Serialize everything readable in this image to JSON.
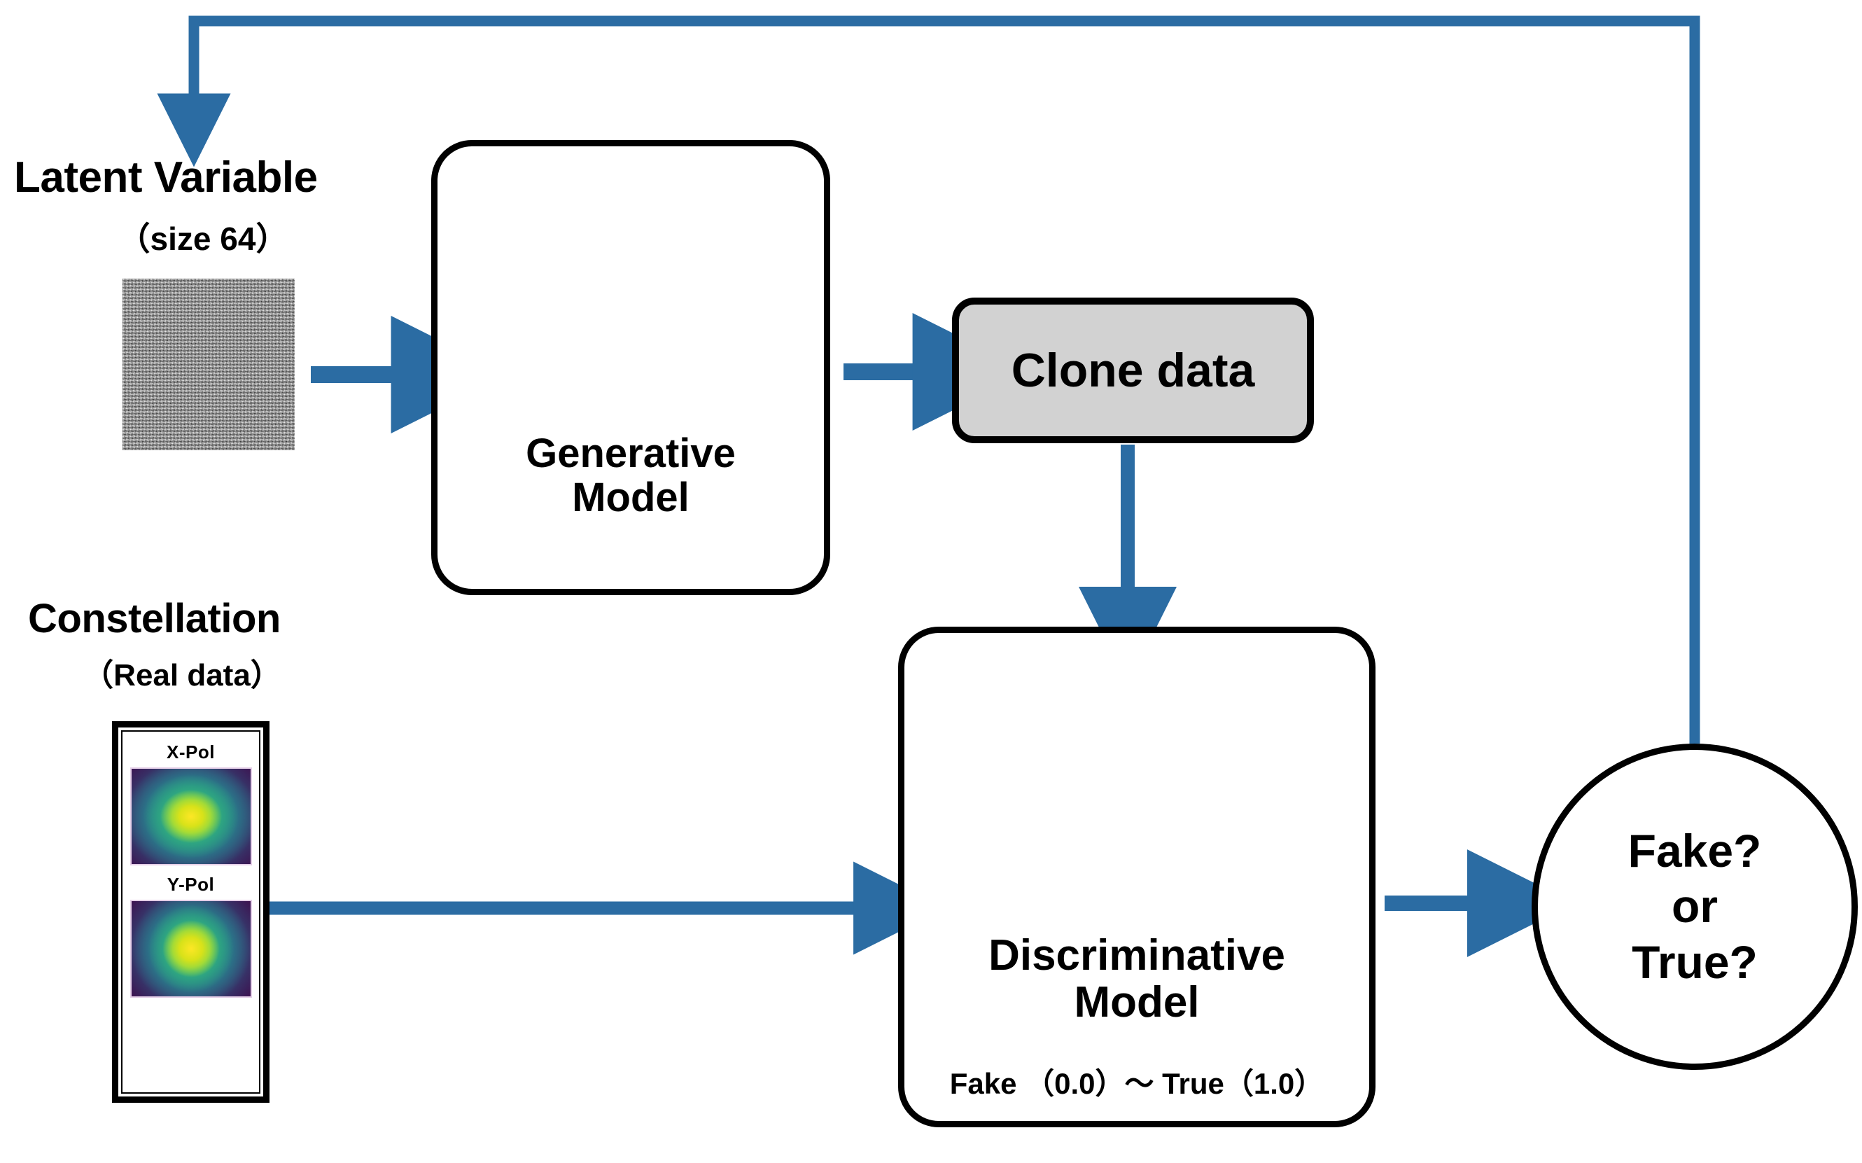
{
  "diagram": {
    "title": "GAN architecture for constellation cloning",
    "accent_color": "#2B6CA3",
    "box_fill_clone": "#D2D2D2",
    "block_face_color": "#A0A0A0"
  },
  "latent": {
    "title": "Latent Variable",
    "subtitle": "（size 64）",
    "image_name": "gaussian-noise-square"
  },
  "generative": {
    "title_line1": "Generative",
    "title_line2": "Model",
    "blocks": [
      {
        "name": "block-1-flat-bar",
        "shape": "flat-bar"
      },
      {
        "name": "block-2-cube",
        "shape": "cube"
      },
      {
        "name": "block-3-slab",
        "shape": "slab"
      },
      {
        "name": "block-4-slab",
        "shape": "slab"
      },
      {
        "name": "block-5-slab",
        "shape": "slab"
      }
    ]
  },
  "clone": {
    "label": "Clone data"
  },
  "constellation": {
    "title": "Constellation",
    "subtitle": "（Real data）",
    "panels": [
      {
        "label": "X-Pol",
        "image_name": "xpol-constellation-heatmap"
      },
      {
        "label": "Y-Pol",
        "image_name": "ypol-constellation-heatmap"
      }
    ]
  },
  "discriminative": {
    "title_line1": "Discriminative",
    "title_line2": "Model",
    "footer": "Fake （0.0）～ True（1.0）",
    "blocks": [
      {
        "name": "block-1-slab",
        "shape": "slab"
      },
      {
        "name": "block-2-slab",
        "shape": "slab"
      },
      {
        "name": "block-3-cube",
        "shape": "cube"
      },
      {
        "name": "block-4-flat-bar",
        "shape": "flat-bar"
      },
      {
        "name": "block-5-square",
        "shape": "square"
      }
    ]
  },
  "verdict": {
    "line1": "Fake?",
    "line2": "or",
    "line3": "True?"
  },
  "arrows": [
    {
      "name": "arrow-latent-to-generative",
      "from": "latent-noise",
      "to": "generative-model",
      "direction": "right"
    },
    {
      "name": "arrow-generative-to-clone",
      "from": "generative-model",
      "to": "clone-data",
      "direction": "right"
    },
    {
      "name": "arrow-clone-to-discriminative",
      "from": "clone-data",
      "to": "discriminative-model",
      "direction": "down"
    },
    {
      "name": "arrow-constellation-to-discriminative",
      "from": "constellation",
      "to": "discriminative-model",
      "direction": "right"
    },
    {
      "name": "arrow-discriminative-to-verdict",
      "from": "discriminative-model",
      "to": "verdict-circle",
      "direction": "right"
    },
    {
      "name": "arrow-feedback-loop",
      "from": "verdict-circle",
      "to": "latent-variable",
      "direction": "up-left-down"
    }
  ]
}
